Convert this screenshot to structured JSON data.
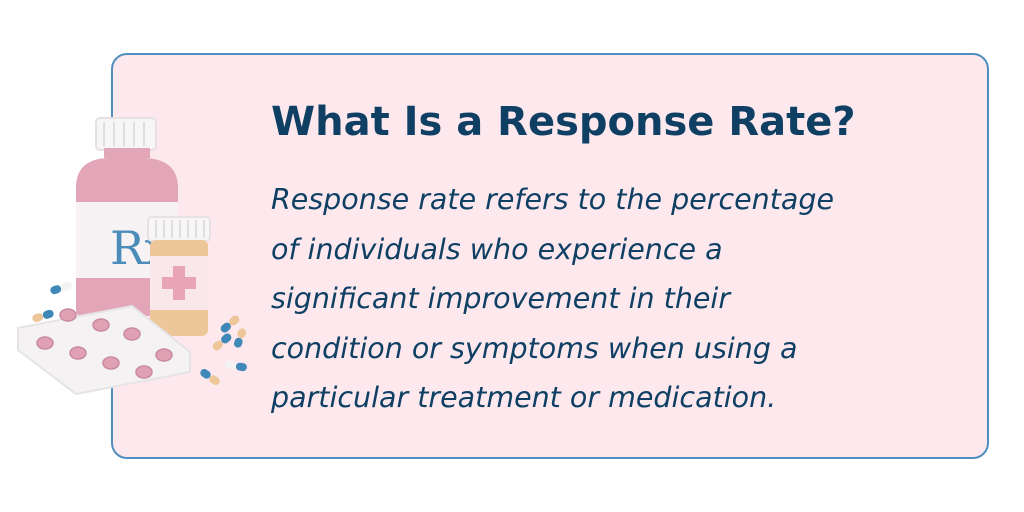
{
  "card": {
    "title": "What Is a Response Rate?",
    "body_lines": [
      "Response rate refers to the percentage",
      "of individuals who experience a",
      "significant improvement in their",
      "condition or symptoms when using a",
      "particular treatment or medication."
    ]
  },
  "illustration": {
    "bottle_label": "Rx",
    "icons": [
      "prescription-bottle-icon",
      "pill-bottle-icon",
      "blister-pack-icon",
      "capsule-icon"
    ]
  },
  "colors": {
    "card_background": "#fde8ee",
    "card_border": "#4f8fbf",
    "text": "#0f4064",
    "bottle_pink": "#e2a6b8",
    "bottle_tan": "#edc79a",
    "cap_white": "#f6f6f6",
    "capsule_blue": "#3f88b8"
  }
}
